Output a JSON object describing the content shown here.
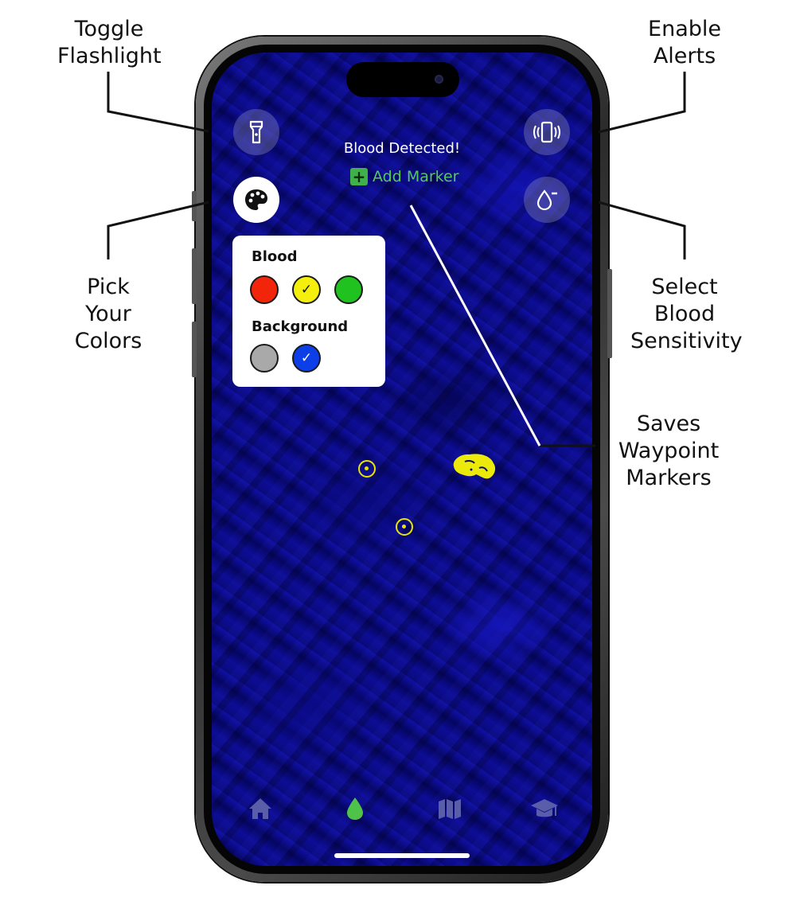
{
  "callouts": {
    "flashlight": [
      "Toggle",
      "Flashlight"
    ],
    "alerts": [
      "Enable",
      "Alerts"
    ],
    "colors": [
      "Pick",
      "Your",
      "Colors"
    ],
    "sensitivity": [
      "Select",
      "Blood",
      "Sensitivity"
    ],
    "markers": [
      "Saves",
      "Waypoint",
      "Markers"
    ]
  },
  "screen": {
    "alert_title": "Blood Detected!",
    "add_marker_label": "Add Marker",
    "add_marker_icon": "plus-icon"
  },
  "color_panel": {
    "blood_heading": "Blood",
    "background_heading": "Background",
    "blood_options": [
      {
        "color": "#f2250b",
        "selected": false
      },
      {
        "color": "#f5ef0e",
        "selected": true
      },
      {
        "color": "#1fc21f",
        "selected": false
      }
    ],
    "background_options": [
      {
        "color": "#a9a9a9",
        "selected": false
      },
      {
        "color": "#0d3fe8",
        "selected": true
      }
    ]
  },
  "controls": {
    "left_top_icon": "flashlight-icon",
    "left_mid_icon": "palette-icon",
    "right_top_icon": "phone-vibrate-icon",
    "right_mid_icon": "droplet-minus-icon"
  },
  "tabs": [
    {
      "icon": "home-icon",
      "active": false
    },
    {
      "icon": "droplet-icon",
      "active": true
    },
    {
      "icon": "map-icon",
      "active": false
    },
    {
      "icon": "graduation-cap-icon",
      "active": false
    }
  ],
  "colors": {
    "accent_green": "#3fb04a",
    "marker_yellow": "#e8e600",
    "screen_blue": "#0a0a85"
  }
}
